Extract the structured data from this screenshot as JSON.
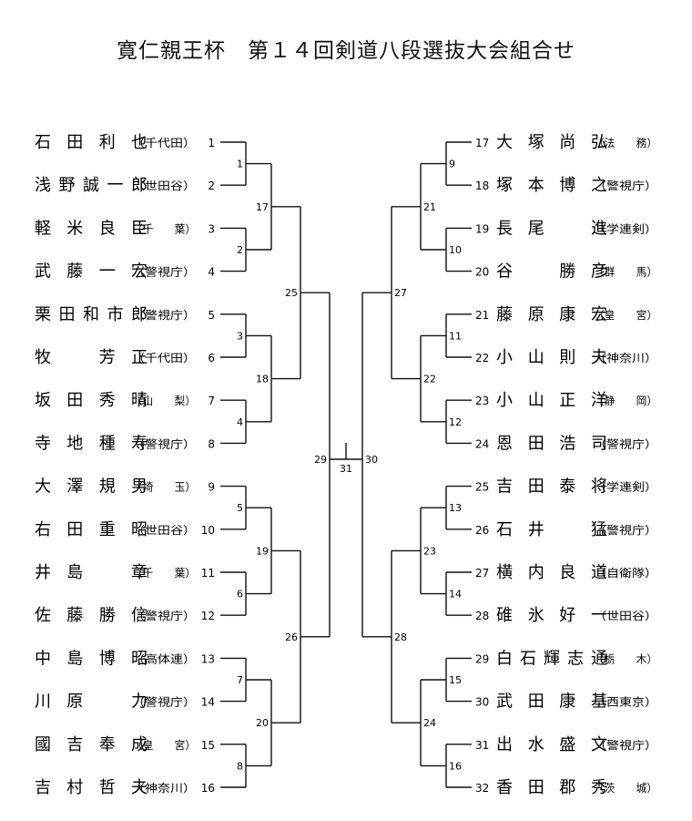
{
  "title": "寛仁親王杯　第１４回剣道八段選抜大会組合せ",
  "left_players": [
    {
      "seed": "1",
      "name": "石田利也",
      "aff": "（千代田）"
    },
    {
      "seed": "2",
      "name": "浅野誠一郎",
      "aff": "（世田谷）"
    },
    {
      "seed": "3",
      "name": "軽米良臣",
      "aff": "（千　　葉）"
    },
    {
      "seed": "4",
      "name": "武藤一宏",
      "aff": "（警視庁）"
    },
    {
      "seed": "5",
      "name": "栗田和市郎",
      "aff": "（警視庁）"
    },
    {
      "seed": "6",
      "name": "牧　芳正",
      "aff": "（千代田）"
    },
    {
      "seed": "7",
      "name": "坂田秀晴",
      "aff": "（山　　梨）"
    },
    {
      "seed": "8",
      "name": "寺地種寿",
      "aff": "（警視庁）"
    },
    {
      "seed": "9",
      "name": "大澤規男",
      "aff": "（埼　　玉）"
    },
    {
      "seed": "10",
      "name": "右田重昭",
      "aff": "（世田谷）"
    },
    {
      "seed": "11",
      "name": "井島　章",
      "aff": "（千　　葉）"
    },
    {
      "seed": "12",
      "name": "佐藤勝信",
      "aff": "（警視庁）"
    },
    {
      "seed": "13",
      "name": "中島博昭",
      "aff": "（高体連）"
    },
    {
      "seed": "14",
      "name": "川原　力",
      "aff": "（警視庁）"
    },
    {
      "seed": "15",
      "name": "國吉奉成",
      "aff": "（皇　　宮）"
    },
    {
      "seed": "16",
      "name": "吉村哲夫",
      "aff": "（神奈川）"
    }
  ],
  "right_players": [
    {
      "seed": "17",
      "name": "大塚尚弘",
      "aff": "（法　　務）"
    },
    {
      "seed": "18",
      "name": "塚本博之",
      "aff": "（警視庁）"
    },
    {
      "seed": "19",
      "name": "長尾　進",
      "aff": "（学連剣）"
    },
    {
      "seed": "20",
      "name": "谷　勝彦",
      "aff": "（群　　馬）"
    },
    {
      "seed": "21",
      "name": "藤原康宏",
      "aff": "（皇　　宮）"
    },
    {
      "seed": "22",
      "name": "小山則夫",
      "aff": "（神奈川）"
    },
    {
      "seed": "23",
      "name": "小山正洋",
      "aff": "（静　　岡）"
    },
    {
      "seed": "24",
      "name": "恩田浩司",
      "aff": "（警視庁）"
    },
    {
      "seed": "25",
      "name": "吉田泰将",
      "aff": "（学連剣）"
    },
    {
      "seed": "26",
      "name": "石井　猛",
      "aff": "（警視庁）"
    },
    {
      "seed": "27",
      "name": "横内良道",
      "aff": "（自衛隊）"
    },
    {
      "seed": "28",
      "name": "碓氷好一",
      "aff": "（世田谷）"
    },
    {
      "seed": "29",
      "name": "白石輝志通",
      "aff": "（栃　　木）"
    },
    {
      "seed": "30",
      "name": "武田康基",
      "aff": "（西東京）"
    },
    {
      "seed": "31",
      "name": "出水盛文",
      "aff": "（警視庁）"
    },
    {
      "seed": "32",
      "name": "香田郡秀",
      "aff": "（茨　　城）"
    }
  ],
  "left_r1": [
    "1",
    "2",
    "3",
    "4",
    "5",
    "6",
    "7",
    "8"
  ],
  "right_r1": [
    "9",
    "10",
    "11",
    "12",
    "13",
    "14",
    "15",
    "16"
  ],
  "left_r2": [
    "17",
    "18",
    "19",
    "20"
  ],
  "right_r2": [
    "21",
    "22",
    "23",
    "24"
  ],
  "left_r3": [
    "25",
    "26"
  ],
  "right_r3": [
    "27",
    "28"
  ],
  "semis": [
    "29",
    "30"
  ],
  "final": "31"
}
